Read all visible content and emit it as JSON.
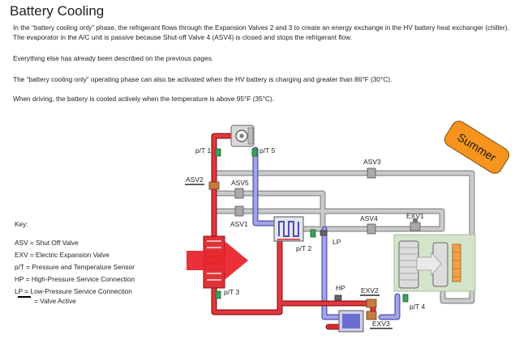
{
  "title": "Battery Cooling",
  "paragraphs": [
    "In the “battery cooling only” phase, the refrigerant flows through the Expansion Valves 2 and 3 to create an energy exchange in the HV battery heat exchanger (chiller).  The evaporator in the A/C unit is passive because Shut-off Valve 4 (ASV4) is closed and stops the refrigerant flow.",
    "Everything else has already been described on the previous pages.",
    "The “battery cooling only” operating phase can also be activated when the HV battery is charging and greater than 86°F (30°C).",
    "When driving, the battery is cooled actively when the temperature is above 95°F (35°C)."
  ],
  "key": {
    "title": "Key:",
    "items": [
      "ASV = Shut Off Valve",
      "EXV = Electric Expansion Valve",
      "p/T = Pressure and Temperature Sensor",
      "HP  = High-Pressure Service Connection",
      "LP  = Low-Pressure Service Connection",
      "= Valve Active"
    ]
  },
  "diagram": {
    "labels": {
      "pt1": "p/T 1",
      "pt5": "p/T 5",
      "asv2": "ASV2",
      "asv3": "ASV3",
      "asv5": "ASV5",
      "asv1": "ASV1",
      "asv4": "ASV4",
      "exv1": "EXV1",
      "pt2": "p/T 2",
      "lp": "LP",
      "hp": "HP",
      "exv2": "EXV2",
      "pt3": "p/T 3",
      "pt4": "p/T 4",
      "exv3": "EXV3"
    },
    "badge": "Summer",
    "colors": {
      "high_pressure": "#d9252b",
      "low_pressure": "#8f90d8",
      "inactive": "#c4c6c8",
      "badge_fill": "#f7941d",
      "chiller_box": "#d5e3c9"
    }
  }
}
